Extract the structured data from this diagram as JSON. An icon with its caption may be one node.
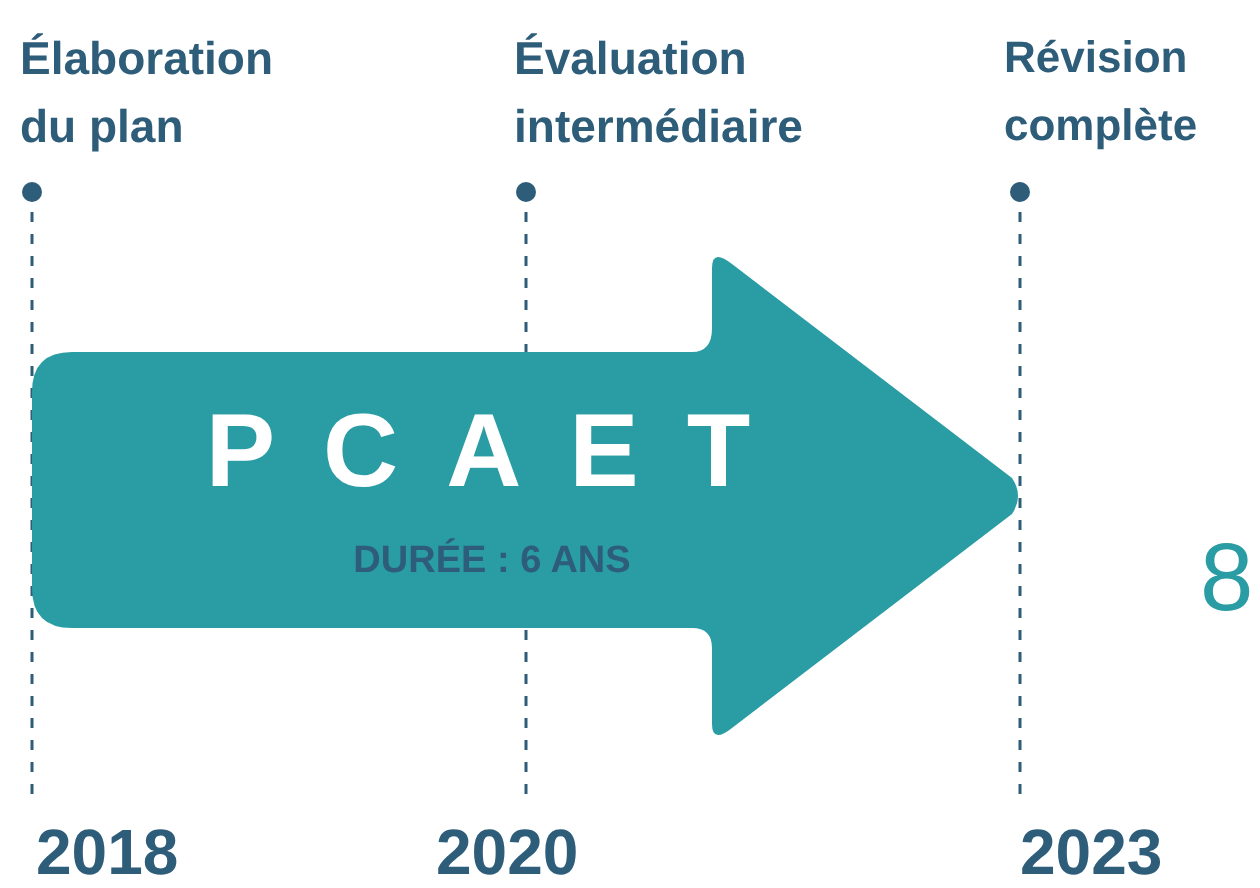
{
  "diagram": {
    "nodes": [
      {
        "text": [
          "PCAET",
          "DURÉE : 6 ANS"
        ]
      }
    ],
    "edges": [],
    "labels": [
      "Élaboration du plan",
      "Évaluation intermédiaire",
      "Révision complète",
      "2018",
      "2020",
      "2023",
      "8"
    ]
  }
}
